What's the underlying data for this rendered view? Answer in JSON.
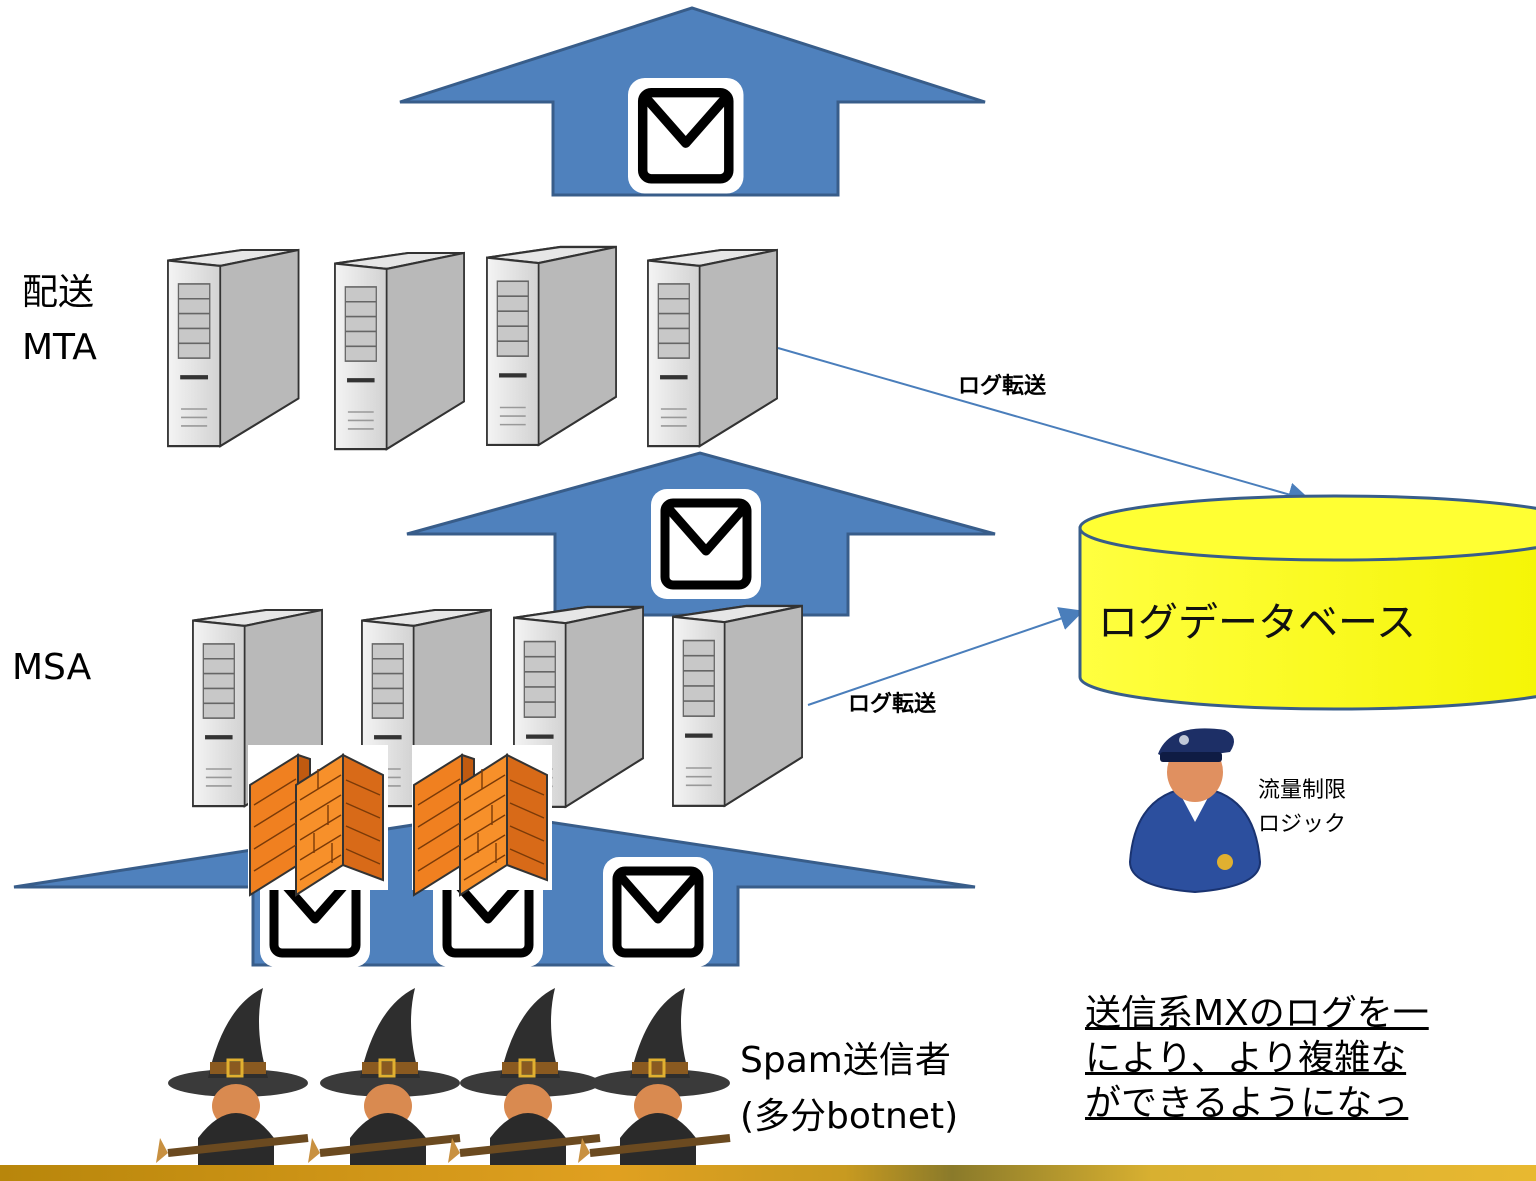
{
  "tiers": {
    "mta_label_line1": "配送",
    "mta_label_line2": "MTA",
    "msa_label": "MSA"
  },
  "log_transfer": {
    "upper_label": "ログ転送",
    "lower_label": "ログ転送"
  },
  "database": {
    "label": "ログデータベース",
    "fill_color": "#ffff00"
  },
  "rate_limiter": {
    "label_line1": "流量制限",
    "label_line2": "ロジック"
  },
  "spammers": {
    "label_line1": "Spam送信者",
    "label_line2": "(多分botnet)"
  },
  "note": {
    "line1": "送信系MXのログを一",
    "line2": "により、より複雑な",
    "line3": "ができるようになっ"
  },
  "colors": {
    "arrow_fill": "#4f81bd",
    "arrow_stroke": "#385d8a",
    "firewall": "#f7902a",
    "log_line": "#4a7ebb"
  }
}
